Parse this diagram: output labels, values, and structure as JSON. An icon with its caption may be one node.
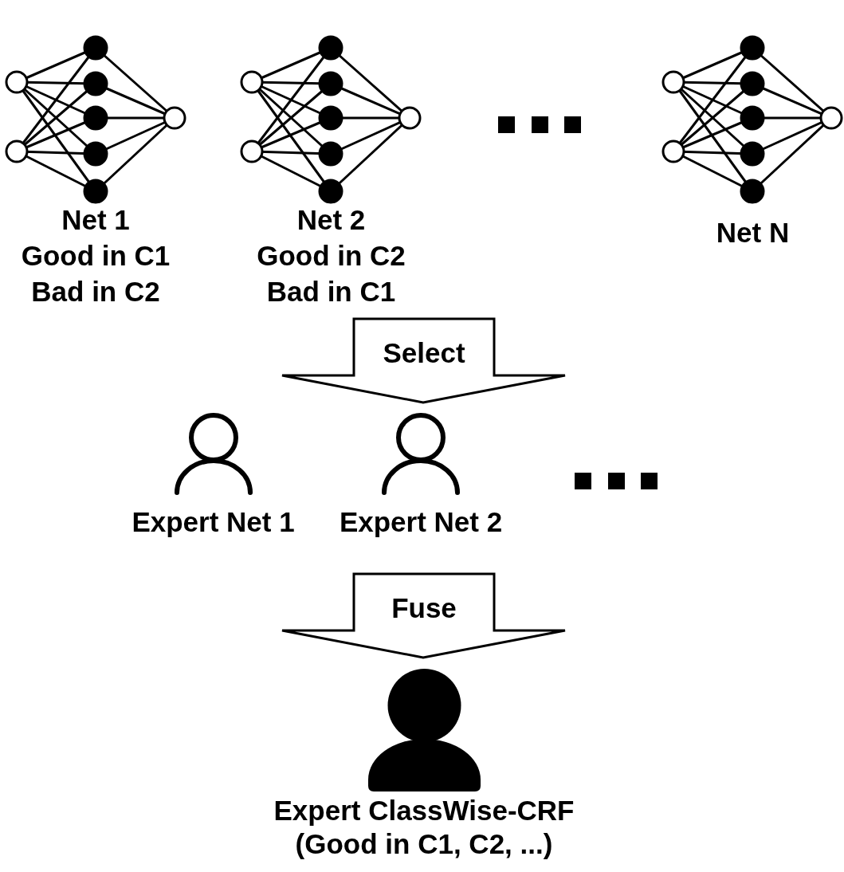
{
  "diagram": {
    "nodes": [
      {
        "text": [
          "Net 1",
          "Good in C1",
          "Bad in C2"
        ]
      },
      {
        "text": [
          "Net 2",
          "Good in C2",
          "Bad in C1"
        ]
      },
      {
        "text": [
          "Net N"
        ]
      },
      {
        "text": [
          "Select"
        ]
      },
      {
        "text": [
          "Expert Net 1"
        ]
      },
      {
        "text": [
          "Expert Net 2"
        ]
      },
      {
        "text": [
          "Fuse"
        ]
      },
      {
        "text": [
          "Expert ClassWise-CRF",
          "(Good in C1, C2, ...)"
        ]
      }
    ]
  }
}
